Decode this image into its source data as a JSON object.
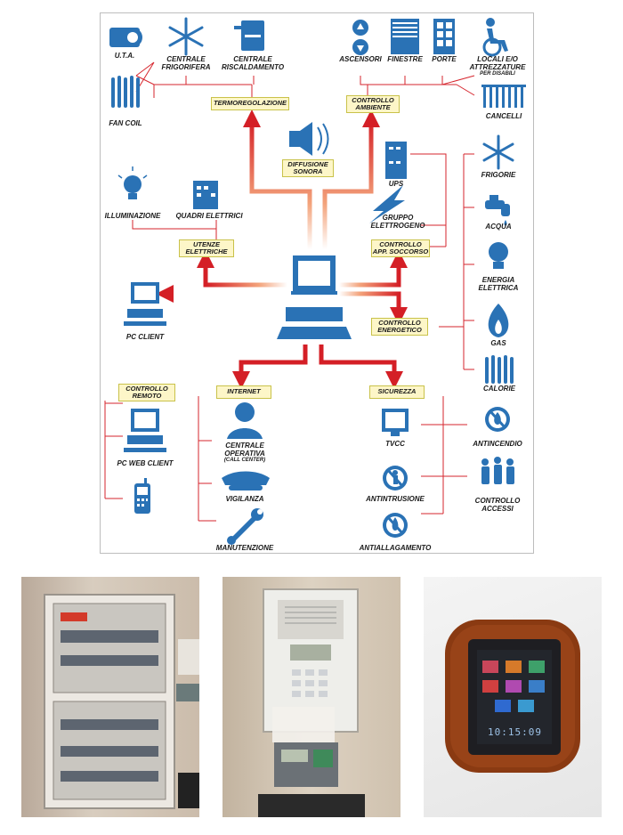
{
  "colors": {
    "icon_blue": "#2a72b5",
    "line_red": "#d6262e",
    "box_fill": "#fdf6c8",
    "arrow_red": "#d41f26"
  },
  "boxes": {
    "termoregolazione": "TERMOREGOLAZIONE",
    "controllo_ambiente": [
      "CONTROLLO",
      "AMBIENTE"
    ],
    "diffusione_sonora": [
      "DIFFUSIONE",
      "SONORA"
    ],
    "utenze_elettriche": [
      "UTENZE",
      "ELETTRICHE"
    ],
    "controllo_app_soccorso": [
      "CONTROLLO",
      "APP. SOCCORSO"
    ],
    "controllo_energetico": [
      "CONTROLLO",
      "ENERGETICO"
    ],
    "controllo_remoto": [
      "CONTROLLO",
      "REMOTO"
    ],
    "internet": "INTERNET",
    "sicurezza": "SICUREZZA"
  },
  "labels": {
    "uta": "U.T.A.",
    "centrale_frigorifera": [
      "CENTRALE",
      "FRIGORIFERA"
    ],
    "centrale_riscaldamento": [
      "CENTRALE",
      "RISCALDAMENTO"
    ],
    "fan_coil": "FAN COIL",
    "ascensori": "ASCENSORI",
    "finestre": "FINESTRE",
    "porte": "PORTE",
    "locali_disabili": [
      "LOCALI E/O",
      "ATTREZZATURE",
      "PER DISABILI"
    ],
    "cancelli": "CANCELLI",
    "illuminazione": "ILLUMINAZIONE",
    "quadri_elettrici": "QUADRI ELETTRICI",
    "ups": "UPS",
    "gruppo_elettrogeno": [
      "GRUPPO",
      "ELETTROGENO"
    ],
    "frigorie": "FRIGORIE",
    "acqua": "ACQUA",
    "energia_elettrica": [
      "ENERGIA",
      "ELETTRICA"
    ],
    "gas": "GAS",
    "calorie": "CALORIE",
    "pc_client": "PC CLIENT",
    "pc_web_client": "PC WEB CLIENT",
    "centrale_operativa": [
      "CENTRALE",
      "OPERATIVA",
      "(CALL CENTER)"
    ],
    "vigilanza": "VIGILANZA",
    "manutenzione": "MANUTENZIONE",
    "tvcc": "TVCC",
    "antincendio": "ANTINCENDIO",
    "antintrusione": "ANTINTRUSIONE",
    "controllo_accessi": [
      "CONTROLLO",
      "ACCESSI"
    ],
    "antiallagamento": "ANTIALLAGAMENTO"
  },
  "touch_panel": {
    "clock": "10:15:09"
  }
}
